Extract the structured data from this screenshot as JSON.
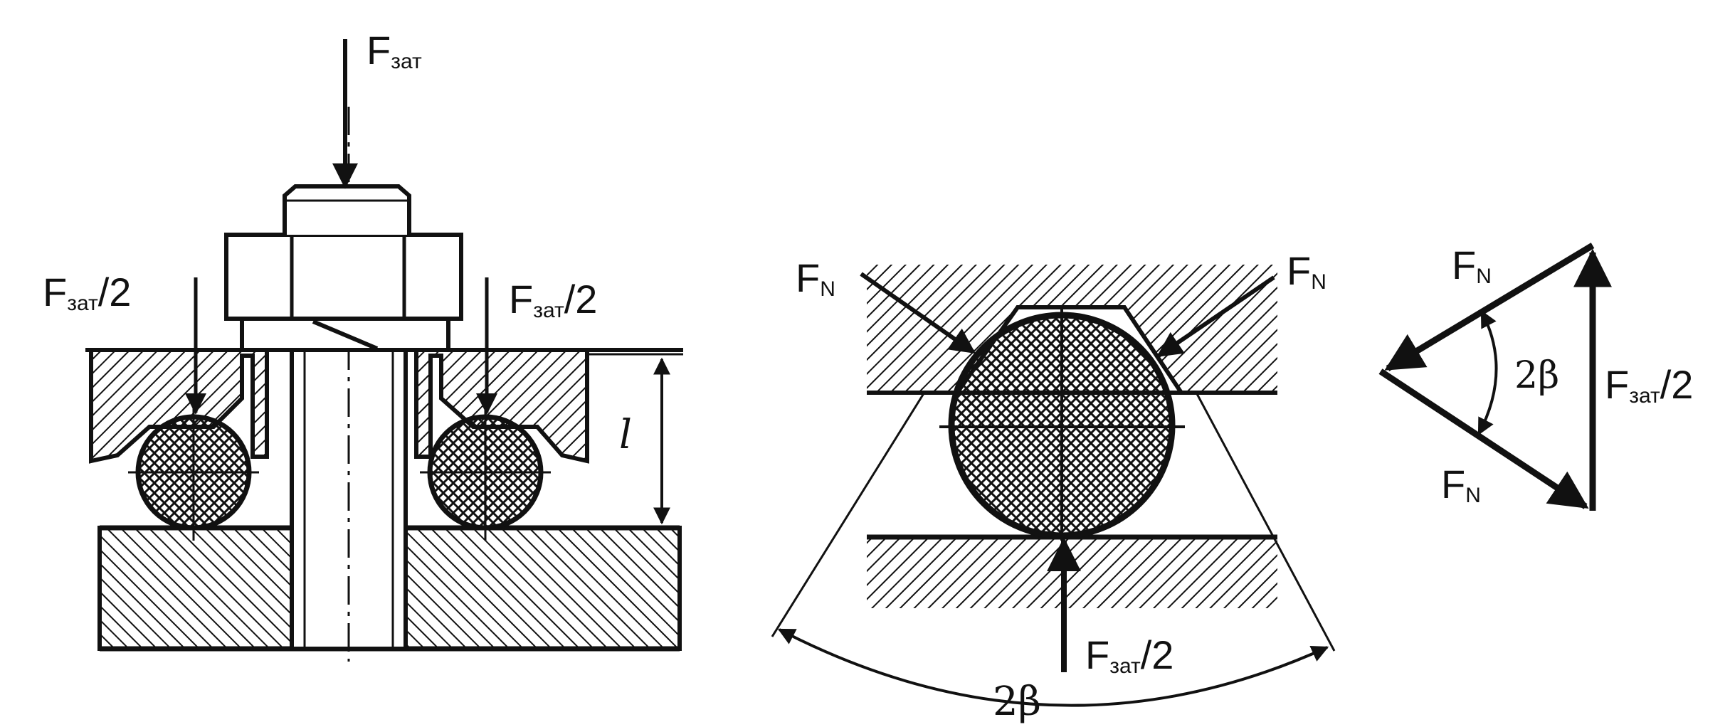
{
  "labels": {
    "f_zat_main": {
      "main": "F",
      "sub": "зат"
    },
    "f_zat_half_left": {
      "main": "F",
      "sub": "зат",
      "tail": "/2"
    },
    "f_zat_half_right": {
      "main": "F",
      "sub": "зат",
      "tail": "/2"
    },
    "length": "l",
    "fn_left": {
      "main": "F",
      "sub": "N"
    },
    "fn_right": {
      "main": "F",
      "sub": "N"
    },
    "f_zat_half_bottom": {
      "main": "F",
      "sub": "зат",
      "tail": "/2"
    },
    "two_beta_bottom": "2β",
    "fn_triangle_top": {
      "main": "F",
      "sub": "N"
    },
    "fn_triangle_bottom": {
      "main": "F",
      "sub": "N"
    },
    "two_beta_triangle": "2β",
    "f_zat_half_triangle": {
      "main": "F",
      "sub": "зат",
      "tail": "/2"
    }
  },
  "colors": {
    "ink": "#111111",
    "paper": "#ffffff"
  }
}
